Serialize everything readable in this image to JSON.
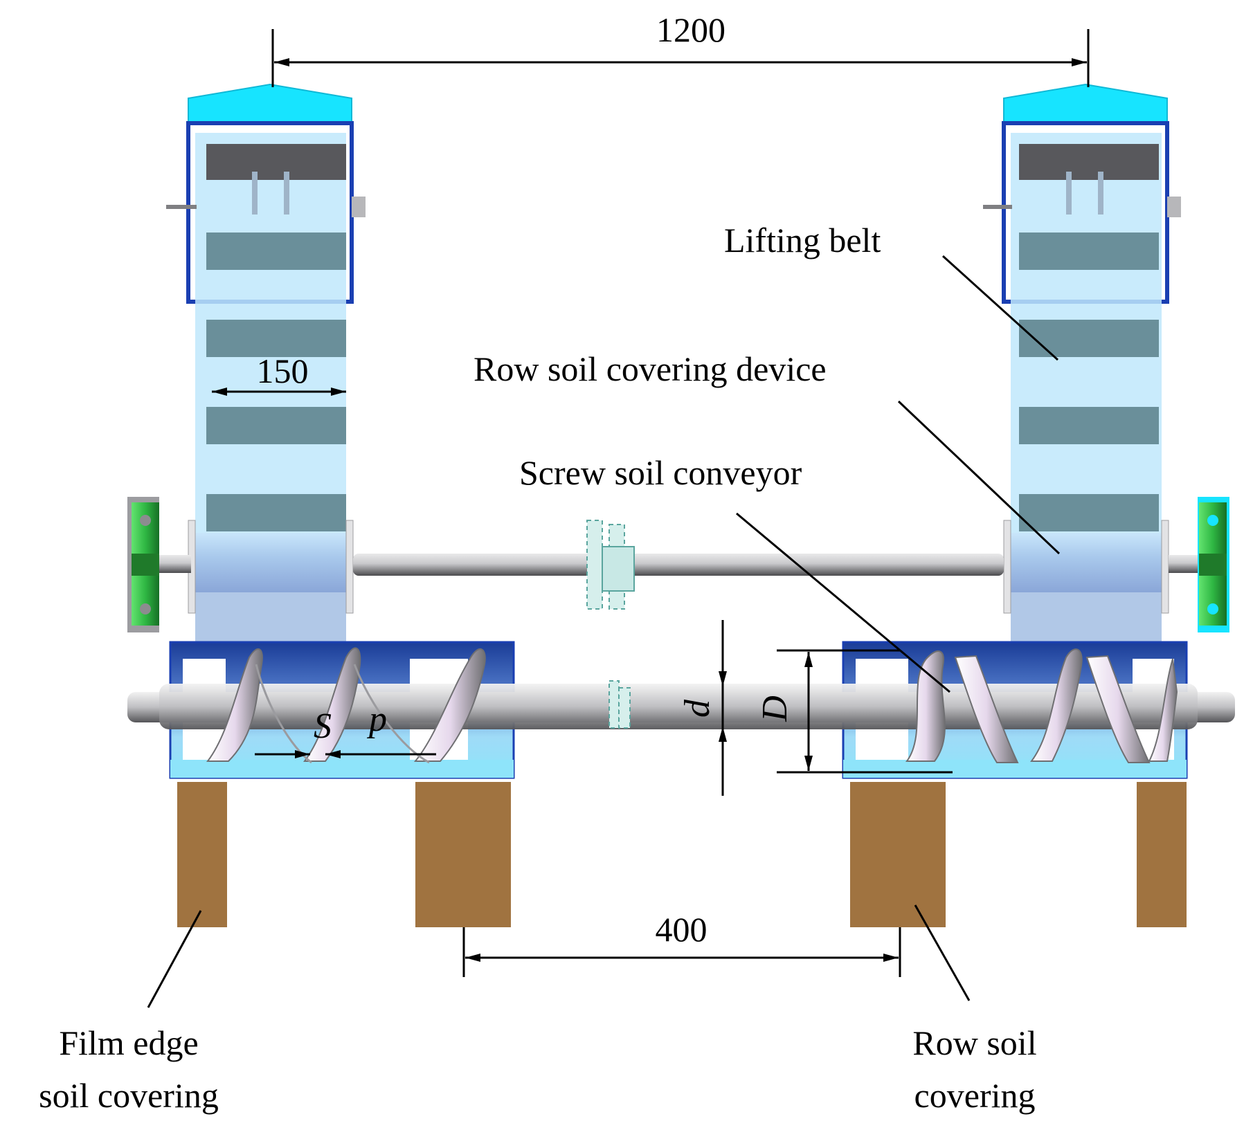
{
  "dimensions": {
    "overall_width": "1200",
    "belt_width": "150",
    "row_spacing": "400"
  },
  "symbols": {
    "s": "S",
    "p": "p",
    "d": "d",
    "D": "D"
  },
  "labels": {
    "lifting_belt": "Lifting belt",
    "row_soil_covering_device": "Row soil covering device",
    "screw_soil_conveyor": "Screw soil conveyor",
    "film_edge_line1": "Film edge",
    "film_edge_line2": "soil covering",
    "row_soil_line1": "Row soil",
    "row_soil_line2": "covering"
  },
  "colors": {
    "cap": "#17e4ff",
    "frame_blue": "#1a3fb2",
    "belt_fill": "#bfe8fb",
    "slat": "#6a8f9a",
    "top_block": "#58585c",
    "bearing_green": "#2fc84a",
    "soil_brown": "#a07340",
    "trough_dark": "#1f3f99",
    "trough_light": "#8ad8f5"
  }
}
